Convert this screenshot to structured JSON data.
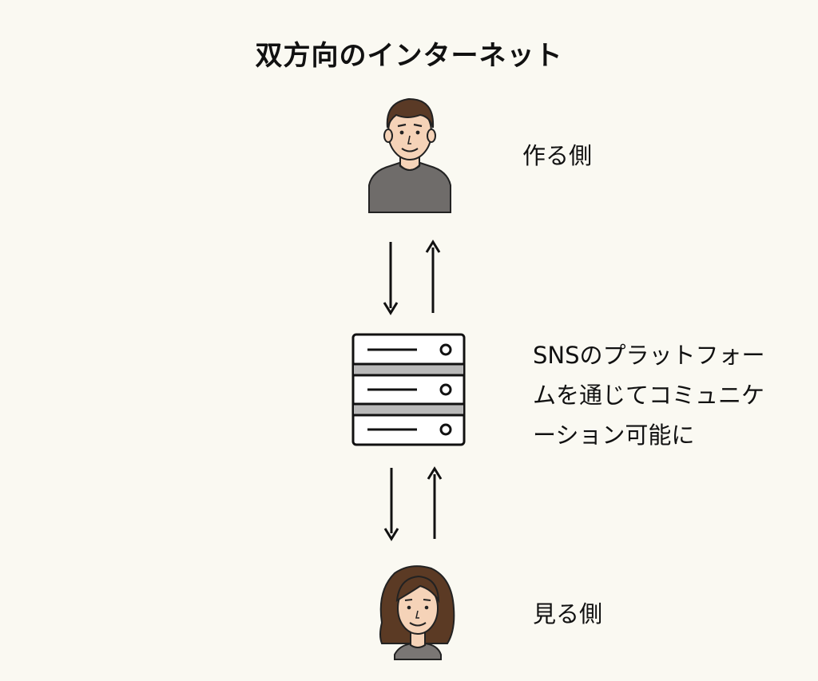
{
  "title": "双方向のインターネット",
  "nodes": {
    "creator": {
      "label": "作る側",
      "icon": "man-avatar-icon"
    },
    "platform": {
      "label": "SNSのプラットフォームを通じてコミュニケーション可能に",
      "icon": "server-icon"
    },
    "viewer": {
      "label": "見る側",
      "icon": "woman-avatar-icon"
    }
  },
  "colors": {
    "background": "#faf9f2",
    "ink": "#111111",
    "shirt_creator": "#6f6c6a",
    "shirt_viewer": "#7a7674",
    "hair_creator": "#5a3a26",
    "hair_viewer": "#5b3a24",
    "skin": "#f5d3b8",
    "server_band": "#b9b9b9"
  }
}
